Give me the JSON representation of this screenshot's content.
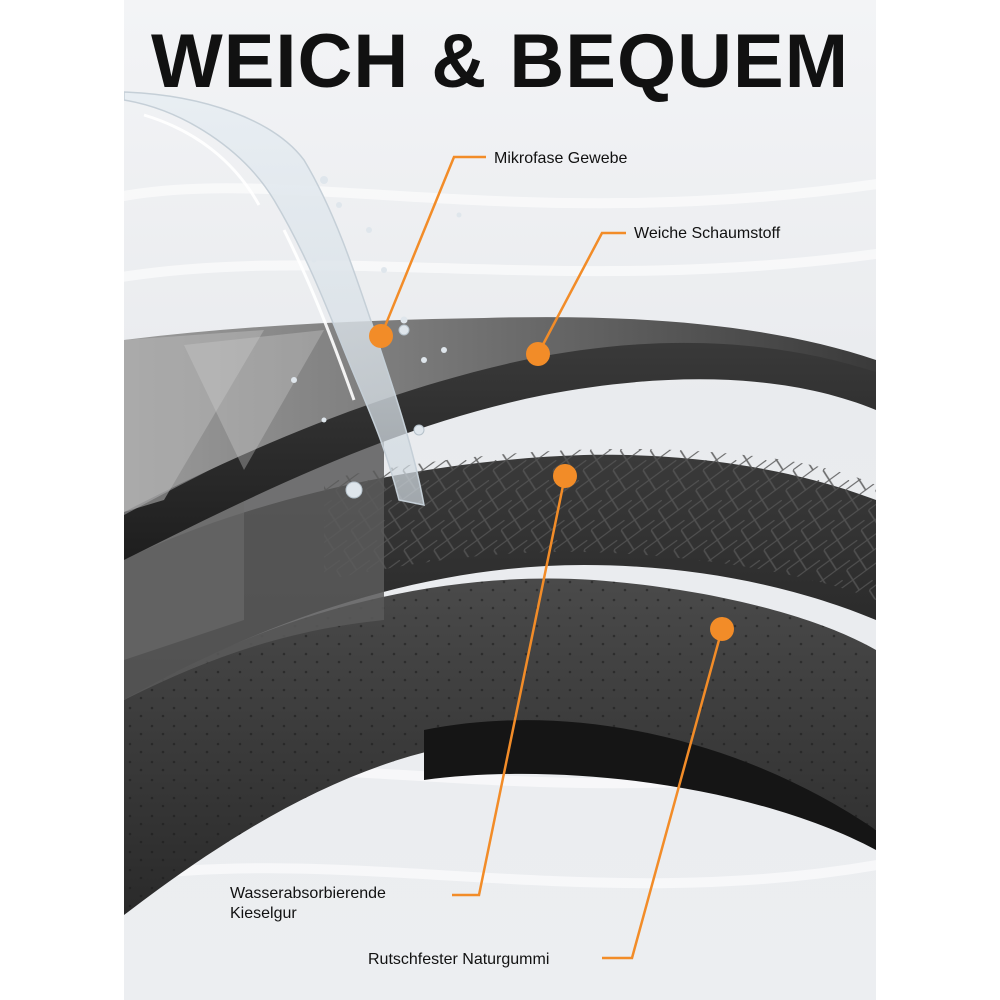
{
  "headline": "WEICH & BEQUEM",
  "colors": {
    "accent": "#f28c28",
    "text": "#111111",
    "background": "#eceef1",
    "mat_dark": "#2b2b2b"
  },
  "callouts": [
    {
      "id": "mikrofaser",
      "text": "Mikrofase Gewebe"
    },
    {
      "id": "schaum",
      "text": "Weiche Schaumstoff"
    },
    {
      "id": "kieselgur",
      "text": "Wasserabsorbierende Kieselgur"
    },
    {
      "id": "gummi",
      "text": "Rutschfester Naturgummi"
    }
  ]
}
